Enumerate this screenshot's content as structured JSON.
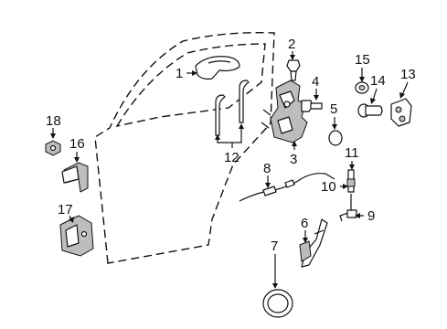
{
  "callouts": {
    "c1": "1",
    "c2": "2",
    "c3": "3",
    "c4": "4",
    "c5": "5",
    "c6": "6",
    "c7": "7",
    "c8": "8",
    "c9": "9",
    "c10": "10",
    "c11": "11",
    "c12": "12",
    "c13": "13",
    "c14": "14",
    "c15": "15",
    "c16": "16",
    "c17": "17",
    "c18": "18"
  },
  "colors": {
    "line": "#111111",
    "shade": "#bdbdbd",
    "background": "#ffffff"
  }
}
